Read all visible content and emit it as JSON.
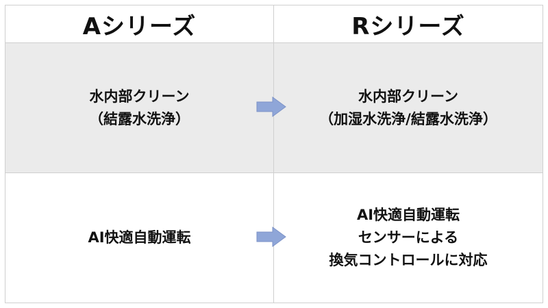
{
  "header": {
    "left": "Aシリーズ",
    "right": "Rシリーズ"
  },
  "rows": [
    {
      "left": [
        "水内部クリーン",
        "（結露水洗浄）"
      ],
      "right": [
        "水内部クリーン",
        "（加湿水洗浄/結露水洗浄）"
      ]
    },
    {
      "left": [
        "AI快適自動運転"
      ],
      "right": [
        "AI快適自動運転",
        "センサーによる",
        "換気コントロールに対応"
      ]
    }
  ],
  "icons": {
    "arrow": "arrow-right-icon"
  },
  "colors": {
    "shaded_row": "#ebebeb",
    "arrow_fill": "#8fa6d8",
    "arrow_stroke": "#7d93c7"
  }
}
